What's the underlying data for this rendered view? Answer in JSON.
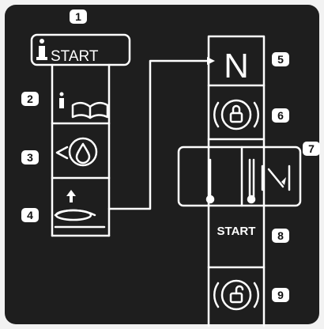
{
  "colors": {
    "panel": "#1e1e1e",
    "line": "#ffffff",
    "badge": "#ffffff",
    "badge_text": "#111111",
    "page": "#f2f2f2"
  },
  "diagram": {
    "left_column": {
      "header": {
        "icon": "info-i-icon",
        "text": "START"
      },
      "rows": [
        {
          "number": "2",
          "icon": "info-manual-icon"
        },
        {
          "number": "3",
          "icon": "engine-oil-icon"
        },
        {
          "number": "4",
          "icon": "throttle-lever-icon"
        }
      ]
    },
    "right_column": {
      "rows": [
        {
          "number": "5",
          "icon": "neutral-icon",
          "text": "N"
        },
        {
          "number": "6",
          "icon": "brake-lock-icon"
        },
        {
          "number": "7",
          "icon": "throttle-gauge-icon"
        },
        {
          "number": "8",
          "text": "START"
        },
        {
          "number": "9",
          "icon": "brake-unlock-icon"
        }
      ]
    },
    "callouts": [
      "1",
      "2",
      "3",
      "4",
      "5",
      "6",
      "7",
      "8",
      "9"
    ]
  }
}
